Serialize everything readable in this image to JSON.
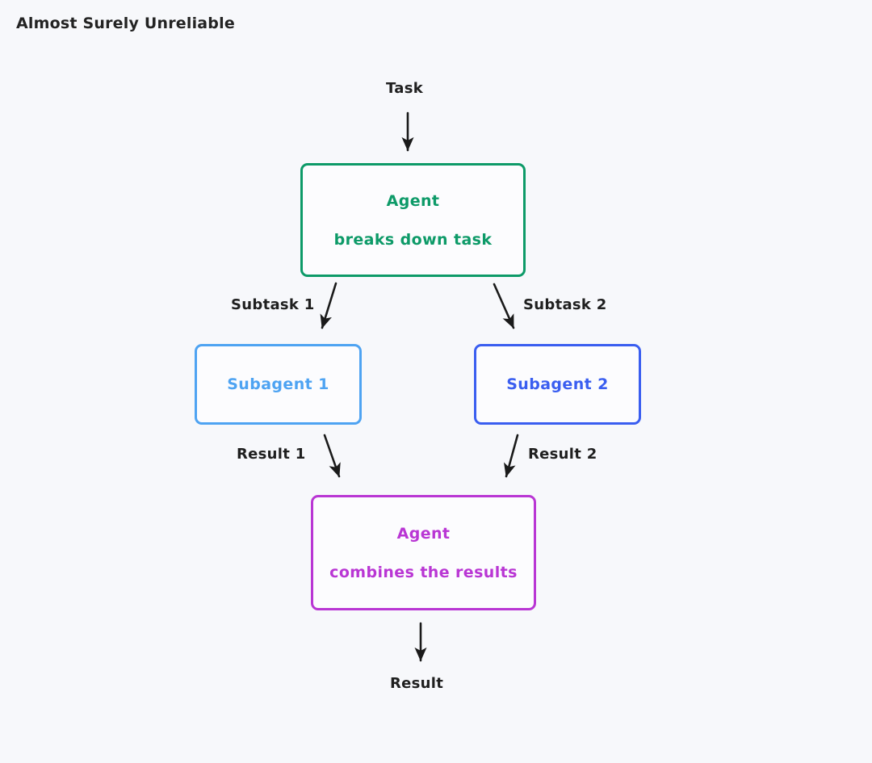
{
  "page": {
    "title": "Almost Surely Unreliable",
    "background_color": "#f7f8fb"
  },
  "diagram": {
    "type": "flowchart",
    "direction": "top-to-bottom",
    "nodes": [
      {
        "id": "orchestrator",
        "lines": [
          "Agent",
          "breaks down task"
        ],
        "line1": "Agent",
        "line2": "breaks down task",
        "color": "#0d9a68",
        "fill": "#fcfcfe"
      },
      {
        "id": "subagent-1",
        "lines": [
          "Subagent 1"
        ],
        "line1": "Subagent 1",
        "color": "#4ea3f2",
        "fill": "#fcfcfe"
      },
      {
        "id": "subagent-2",
        "lines": [
          "Subagent 2"
        ],
        "line1": "Subagent 2",
        "color": "#3a5ef0",
        "fill": "#fcfcfe"
      },
      {
        "id": "aggregator",
        "lines": [
          "Agent",
          "combines the results"
        ],
        "line1": "Agent",
        "line2": "combines the results",
        "color": "#b936d4",
        "fill": "#fcfcfe"
      }
    ],
    "edge_labels": {
      "task": "Task",
      "subtask_1": "Subtask 1",
      "subtask_2": "Subtask 2",
      "result_1": "Result 1",
      "result_2": "Result 2",
      "result": "Result"
    },
    "arrow_color": "#1a1a1a"
  }
}
